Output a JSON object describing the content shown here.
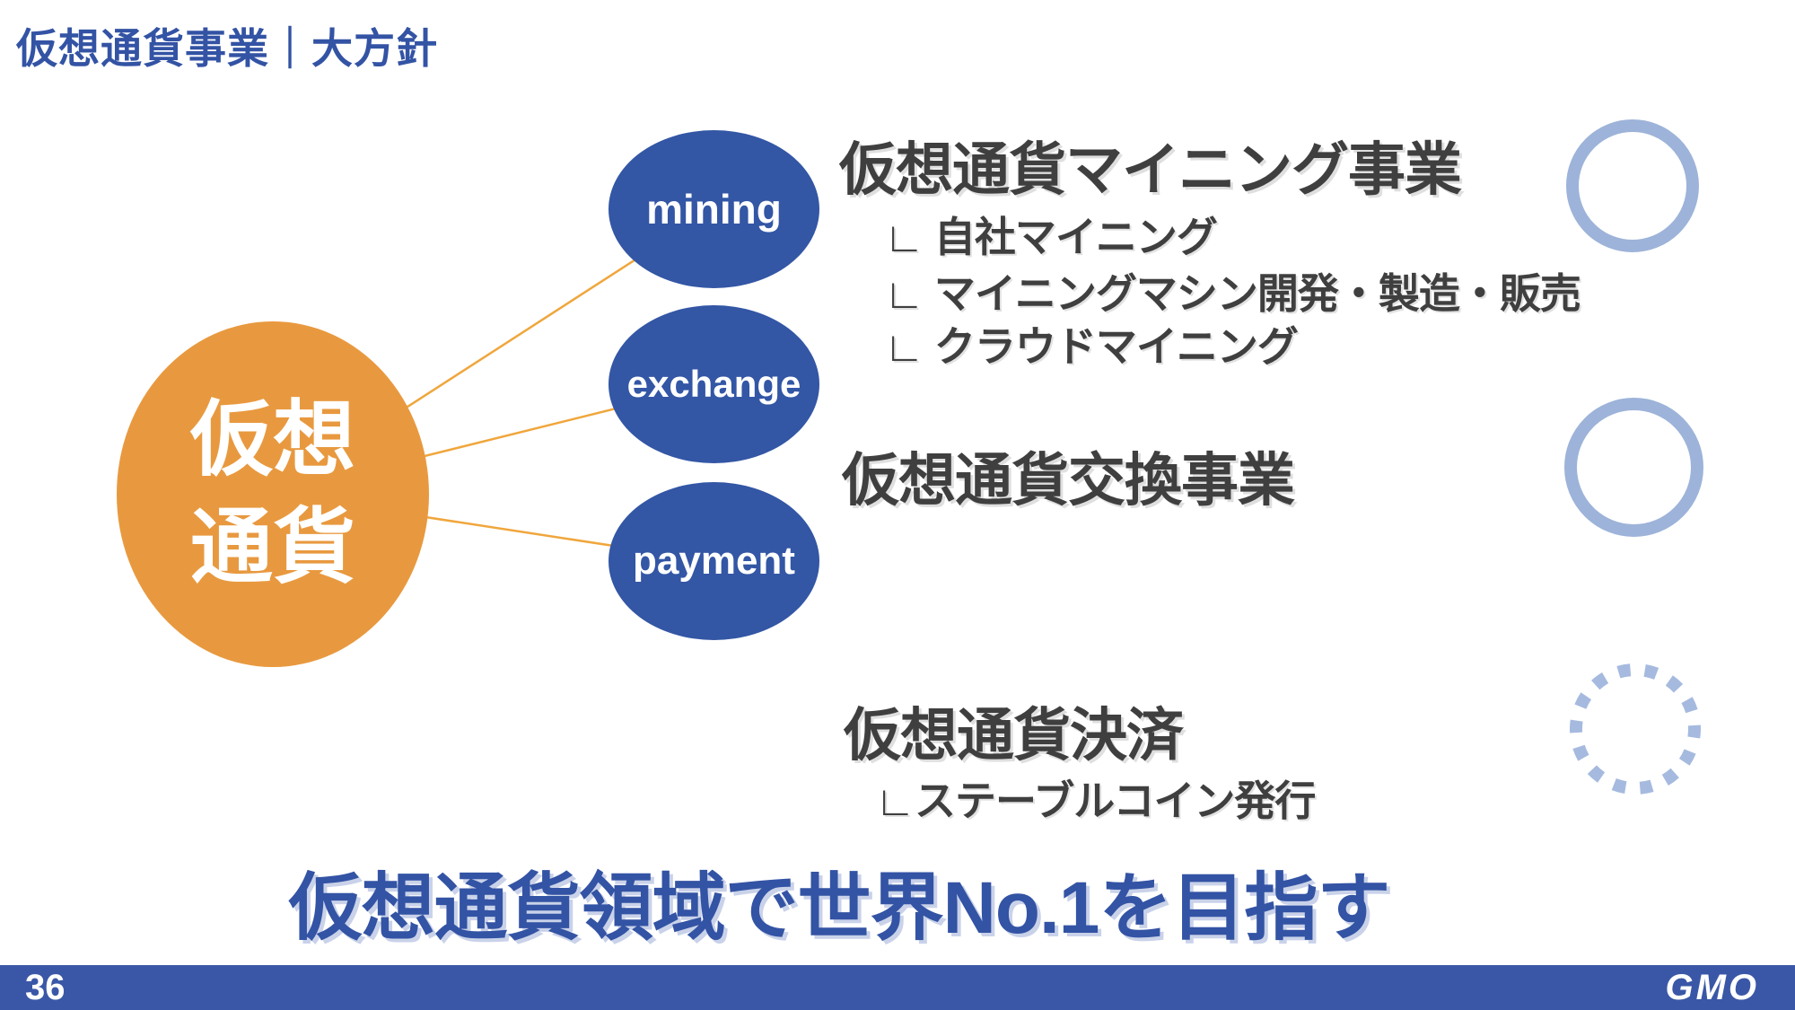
{
  "slide": {
    "title": "仮想通貨事業｜大方針",
    "slogan": "仮想通貨領域で世界No.1を目指す",
    "page_number": "36",
    "logo_text": "GMO"
  },
  "hub": {
    "label_line1": "仮想",
    "label_line2": "通貨"
  },
  "branches": [
    {
      "circle_label": "mining",
      "heading": "仮想通貨マイニング事業",
      "sub_items": [
        "∟ 自社マイニング",
        "∟ マイニングマシン開発・製造・販売",
        "∟ クラウドマイニング"
      ],
      "status_icon": "solid-ring"
    },
    {
      "circle_label": "exchange",
      "heading": "仮想通貨交換事業",
      "sub_items": [],
      "status_icon": "solid-ring"
    },
    {
      "circle_label": "payment",
      "heading": "仮想通貨決済",
      "sub_items": [
        "∟ステーブルコイン発行"
      ],
      "status_icon": "dashed-ring"
    }
  ],
  "colors": {
    "title_blue": "#3353A4",
    "node_blue": "#3356A5",
    "hub_orange": "#E8993F",
    "connector_gold": "#F0A63C",
    "ring_blue": "#9DB3D9",
    "ring_dashed_blue": "#A6BADF",
    "text_dark": "#3F3F3F",
    "footer_blue": "#3A57A7",
    "text_white": "#FFFFFF"
  }
}
